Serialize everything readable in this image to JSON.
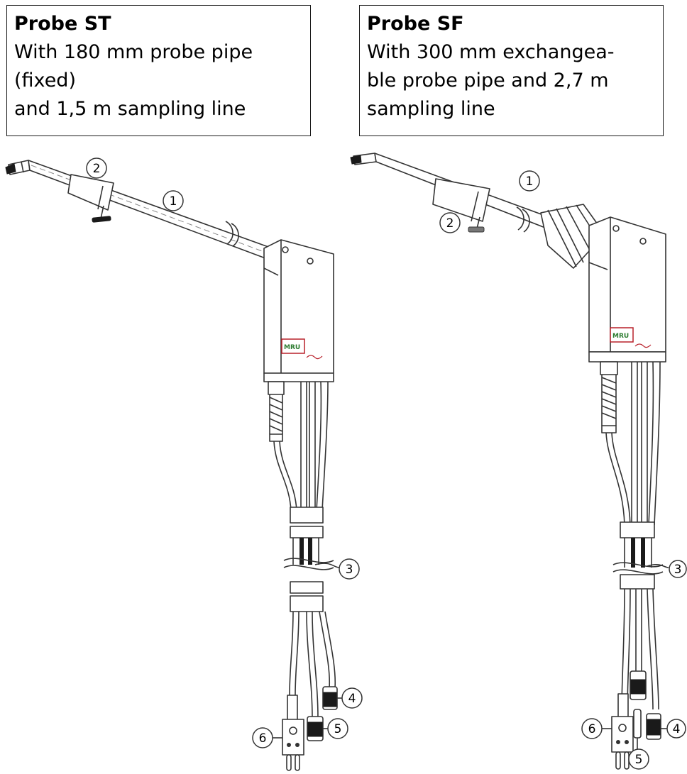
{
  "probe_st": {
    "title": "Probe ST",
    "line1": "With 180 mm probe pipe",
    "line2": "(fixed)",
    "line3": "and 1,5 m sampling line"
  },
  "probe_sf": {
    "title": "Probe SF",
    "line1": "With 300 mm exchangea-",
    "line2": "ble probe pipe and 2,7 m",
    "line3": "sampling line"
  },
  "callouts": {
    "c1": "1",
    "c2": "2",
    "c3": "3",
    "c4": "4",
    "c5": "5",
    "c6": "6"
  },
  "logo": {
    "text": "MRU"
  },
  "colors": {
    "logo_red": "#b8202a",
    "logo_green": "#2e7d32",
    "line": "#333333"
  }
}
